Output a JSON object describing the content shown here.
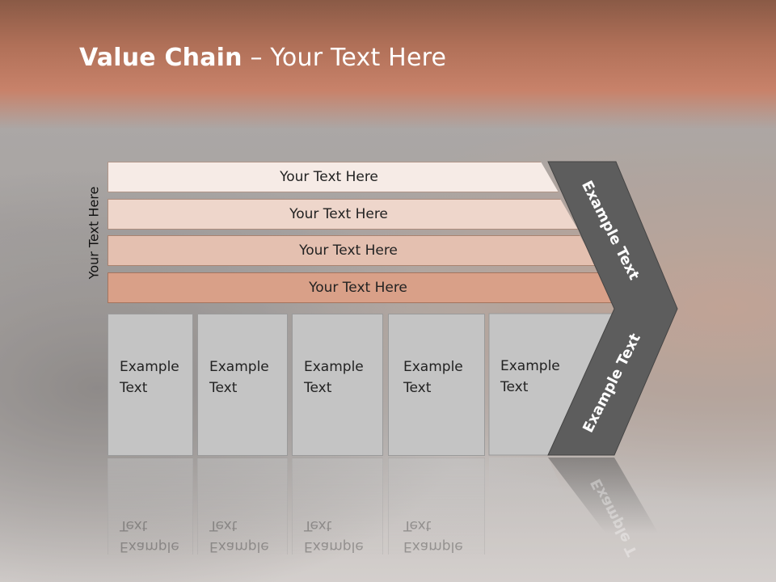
{
  "slide": {
    "title_bold": "Value Chain",
    "title_rest": " – Your Text Here",
    "side_label": "Your Text Here",
    "bars": [
      {
        "label": "Your Text Here",
        "color": "#f6ebe6"
      },
      {
        "label": "Your Text Here",
        "color": "#eed6cb"
      },
      {
        "label": "Your Text Here",
        "color": "#e4c0b0"
      },
      {
        "label": "Your Text Here",
        "color": "#d9a088"
      }
    ],
    "columns": [
      {
        "line1": "Example",
        "line2": "Text"
      },
      {
        "line1": "Example",
        "line2": "Text"
      },
      {
        "line1": "Example",
        "line2": "Text"
      },
      {
        "line1": "Example",
        "line2": "Text"
      },
      {
        "line1": "Example",
        "line2": "Text"
      }
    ],
    "chevron_upper": "Example Text",
    "chevron_lower": "Example Text",
    "chevron_reflection": "Example T",
    "colors": {
      "chevron": "#5d5d5d",
      "column": "#c4c4c4",
      "band": "#c8826a"
    }
  }
}
